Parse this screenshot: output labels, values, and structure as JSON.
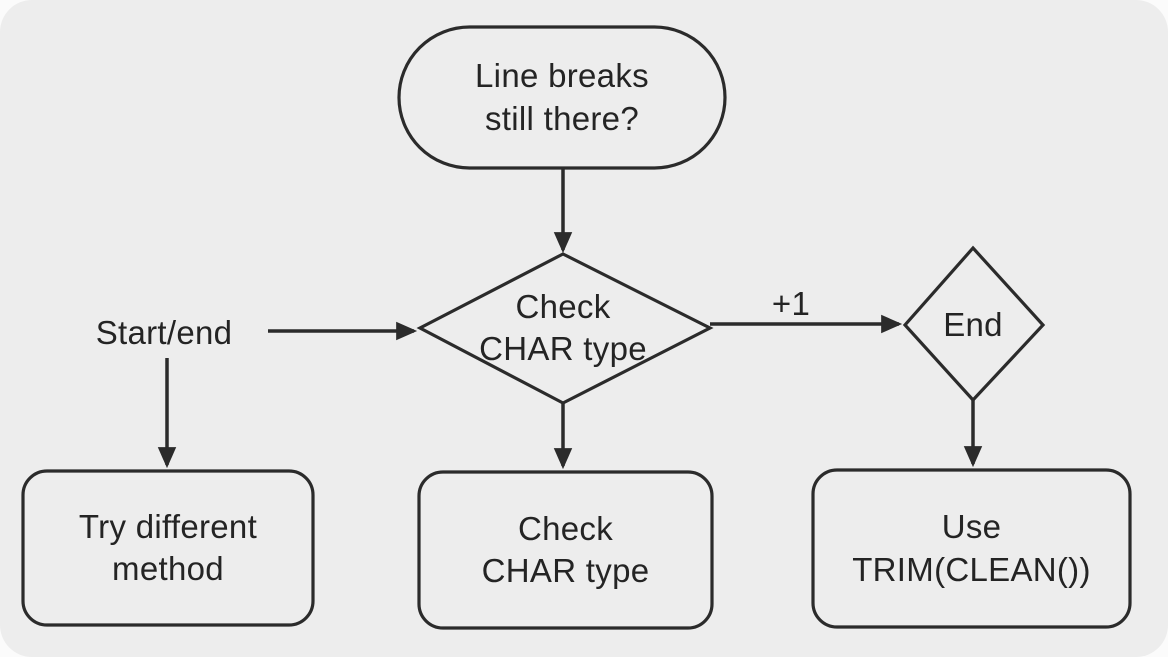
{
  "colors": {
    "canvas_background": "#ededed",
    "page_background": "#fbfbfb",
    "stroke": "#2b2b2b",
    "text": "#242424"
  },
  "diagram": {
    "nodes": [
      {
        "id": "line-breaks-still-there",
        "type": "terminator",
        "text": "Line breaks\nstill there?"
      },
      {
        "id": "check-char-type-decision",
        "type": "decision",
        "text": "Check\nCHAR type"
      },
      {
        "id": "end-decision",
        "type": "decision",
        "text": "End"
      },
      {
        "id": "try-different-method",
        "type": "process",
        "text": "Try different\nmethod"
      },
      {
        "id": "check-char-type-process",
        "type": "process",
        "text": "Check\nCHAR type"
      },
      {
        "id": "use-trim-clean",
        "type": "process",
        "text": "Use\nTRIM(CLEAN())"
      }
    ],
    "floating_labels": [
      {
        "id": "start-end",
        "text": "Start/end"
      }
    ],
    "edge_labels": [
      {
        "id": "plus-one",
        "text": "+1"
      }
    ],
    "edges": [
      {
        "from": "line-breaks-still-there",
        "to": "check-char-type-decision",
        "label": ""
      },
      {
        "from": "start-end",
        "to": "check-char-type-decision",
        "label": ""
      },
      {
        "from": "start-end",
        "to": "try-different-method",
        "label": ""
      },
      {
        "from": "check-char-type-decision",
        "to": "check-char-type-process",
        "label": ""
      },
      {
        "from": "check-char-type-decision",
        "to": "end-decision",
        "label": "+1"
      },
      {
        "from": "end-decision",
        "to": "use-trim-clean",
        "label": ""
      }
    ]
  }
}
